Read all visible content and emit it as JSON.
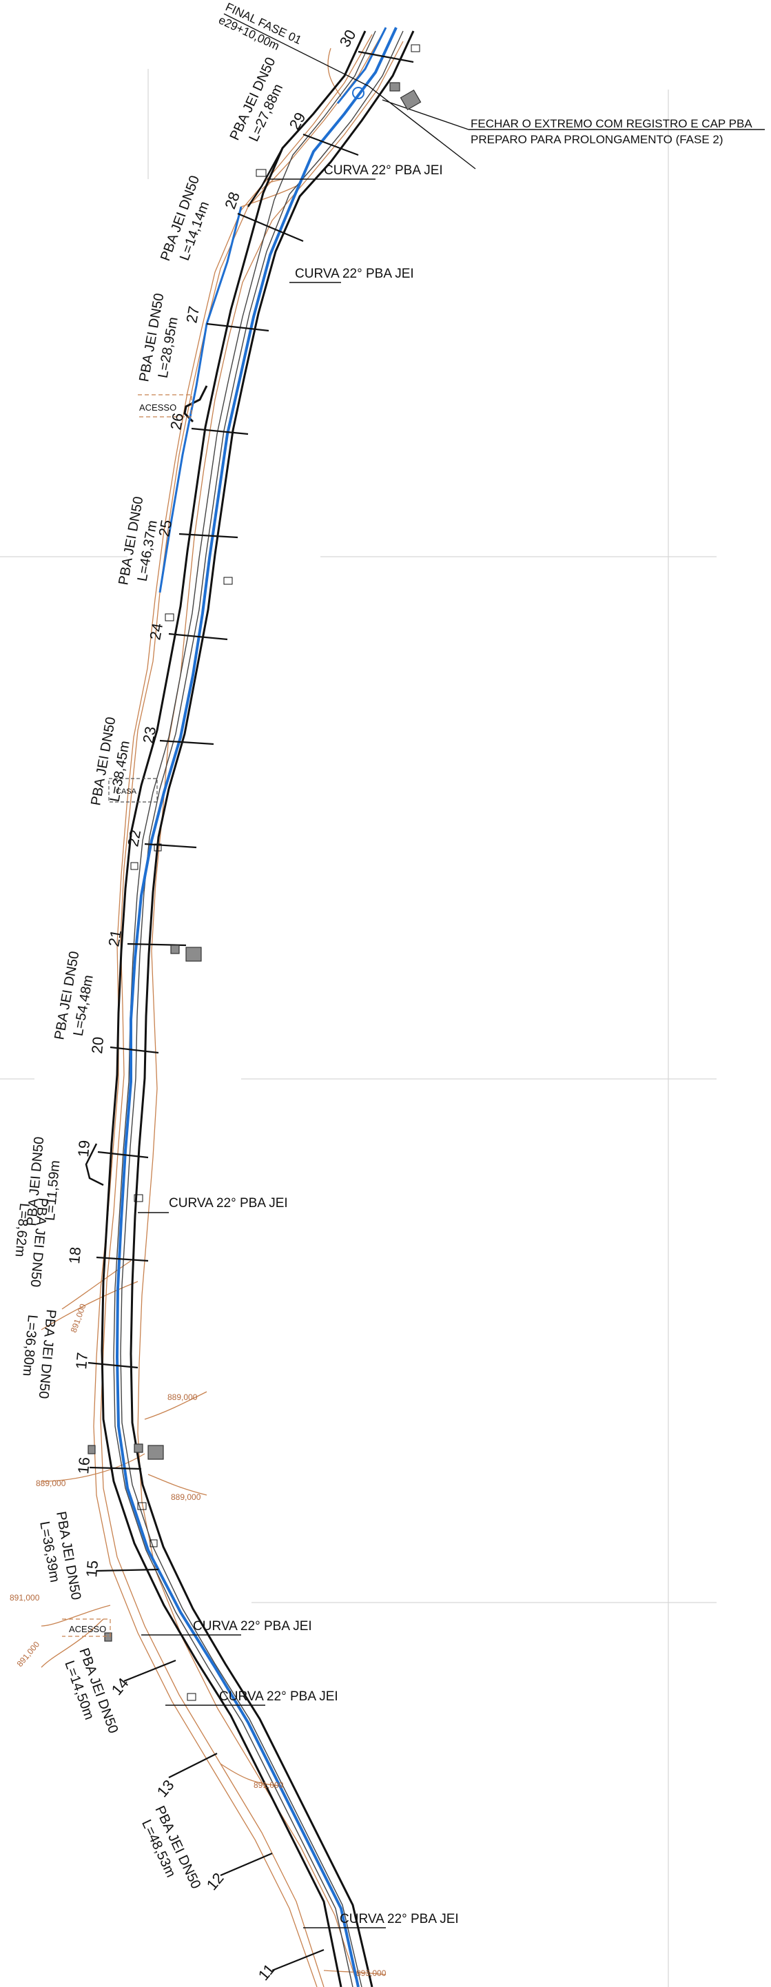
{
  "drawing": {
    "final_phase": {
      "title": "FINAL FASE 01",
      "chainage": "e29+10,00m"
    },
    "end_note": {
      "line1": "FECHAR O EXTREMO COM REGISTRO E CAP PBA",
      "line2": "PREPARO PARA PROLONGAMENTO (FASE 2)"
    },
    "stations": [
      "30",
      "29",
      "28",
      "27",
      "26",
      "25",
      "24",
      "23",
      "22",
      "21",
      "20",
      "19",
      "18",
      "17",
      "16",
      "15",
      "14",
      "13",
      "12",
      "11"
    ],
    "pipe_segments": [
      {
        "line1": "PBA JEI DN50",
        "line2": "L=27,88m"
      },
      {
        "line1": "PBA JEI DN50",
        "line2": "L=14,14m"
      },
      {
        "line1": "PBA JEI DN50",
        "line2": "L=28,95m"
      },
      {
        "line1": "PBA JEI DN50",
        "line2": "L=46,37m"
      },
      {
        "line1": "PBA JEI DN50",
        "line2": "L=38,45m"
      },
      {
        "line1": "PBA JEI DN50",
        "line2": "L=54,48m"
      },
      {
        "line1": "PBA JEI DN50",
        "line2": "L=11,59m"
      },
      {
        "line1": "PBA JEI DN50",
        "line2": "L=8,62m"
      },
      {
        "line1": "PBA JEI DN50",
        "line2": "L=36,80m"
      },
      {
        "line1": "PBA JEI DN50",
        "line2": "L=36,39m"
      },
      {
        "line1": "PBA JEI DN50",
        "line2": "L=14,50m"
      },
      {
        "line1": "PBA JEI DN50",
        "line2": "L=48,53m"
      }
    ],
    "curve_label": "CURVA 22° PBA JEI",
    "access_label": "ACESSO",
    "house_label": "CASA",
    "contour_labels": [
      "891,000",
      "889,000",
      "889,000",
      "889,000",
      "891,000",
      "891,000",
      "891,000",
      "893,000"
    ],
    "colors": {
      "pipe": "#1f6fd1",
      "road": "#111111",
      "contour": "#c8824f",
      "grid": "#d4d4d4",
      "fitting": "#8c8c8c"
    }
  }
}
